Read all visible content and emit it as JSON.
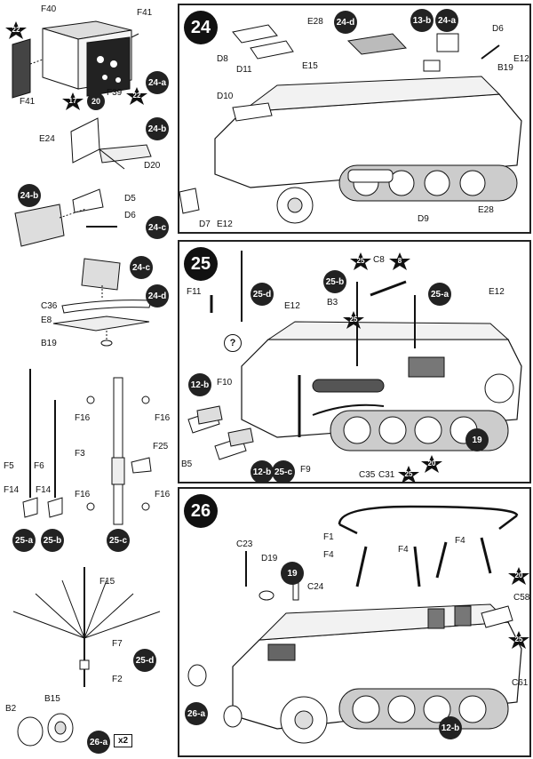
{
  "steps": {
    "s24": "24",
    "s25": "25",
    "s26": "26"
  },
  "substeps": {
    "a24": "24-a",
    "b24": "24-b",
    "c24": "24-c",
    "d24": "24-d",
    "a25": "25-a",
    "b25": "25-b",
    "c25": "25-c",
    "d25": "25-d",
    "a26": "26-a",
    "a13": "13-b",
    "b12": "12-b",
    "b12b": "12-b",
    "b25b": "25-b",
    "a25b": "25-a",
    "c25b": "25-c",
    "d25b": "25-d",
    "d24b": "24-d",
    "a24b": "24-a",
    "c24b": "24-c",
    "b24b": "24-b",
    "a26b": "26-a",
    "b12c": "12-b"
  },
  "stars": {
    "s22a": "22",
    "s17": "17",
    "s20a": "20",
    "s22b": "22",
    "s25a": "25",
    "s8": "8",
    "s25b": "25",
    "s20b": "20",
    "s25c": "25",
    "s20c": "20",
    "s25d": "25"
  },
  "badges": {
    "b19a": "19",
    "b19b": "19"
  },
  "multiplier": "x2",
  "question": "?",
  "labels": {
    "F40": "F40",
    "F41a": "F41",
    "F41b": "F41",
    "F39": "F39",
    "E24": "E24",
    "D20": "D20",
    "D5": "D5",
    "D6a": "D6",
    "C36": "C36",
    "E8": "E8",
    "B19a": "B19",
    "F5": "F5",
    "F6": "F6",
    "F14a": "F14",
    "F14b": "F14",
    "F16a": "F16",
    "F16b": "F16",
    "F16c": "F16",
    "F16d": "F16",
    "F3": "F3",
    "F25": "F25",
    "F15": "F15",
    "F7": "F7",
    "F2": "F2",
    "B15": "B15",
    "B2": "B2",
    "D8": "D8",
    "D11": "D11",
    "E28a": "E28",
    "E15": "E15",
    "D10": "D10",
    "D6b": "D6",
    "B19b": "B19",
    "E12a": "E12",
    "D7": "D7",
    "E12b": "E12",
    "D9": "D9",
    "E28b": "E28",
    "F11": "F11",
    "E12c": "E12",
    "B3": "B3",
    "C8": "C8",
    "E12d": "E12",
    "F10": "F10",
    "B5": "B5",
    "F9": "F9",
    "C35": "C35",
    "C31": "C31",
    "C23": "C23",
    "D19": "D19",
    "F1": "F1",
    "F4a": "F4",
    "F4b": "F4",
    "F4c": "F4",
    "C24": "C24",
    "C58": "C58",
    "C61": "C61"
  }
}
